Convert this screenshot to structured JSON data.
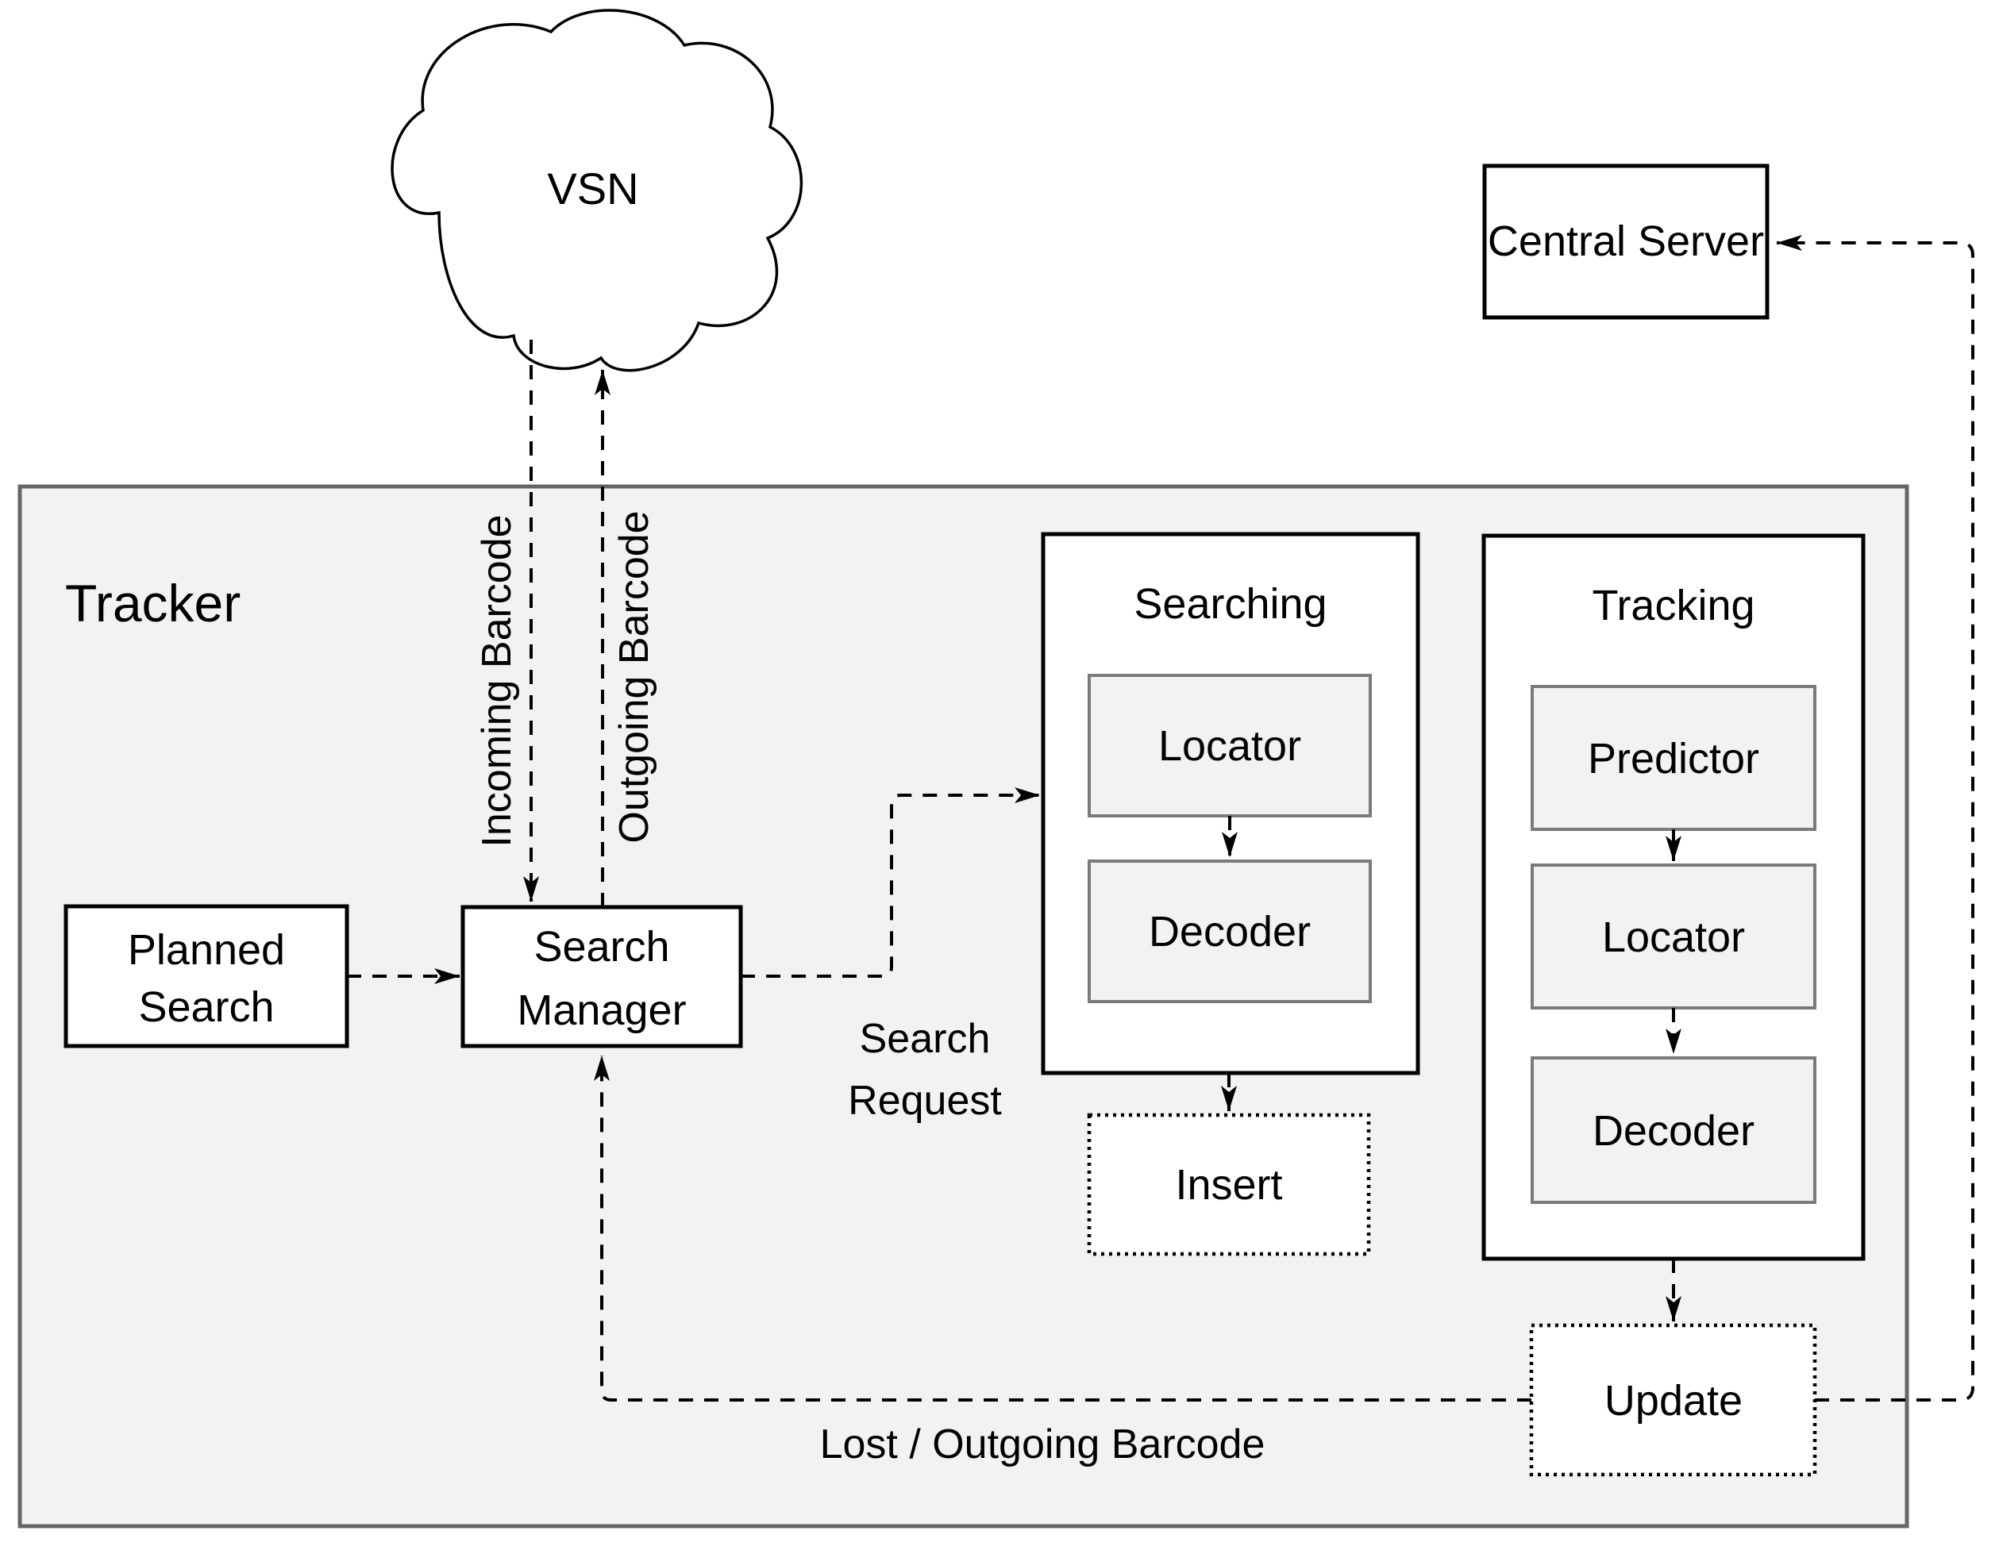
{
  "diagram": {
    "colors": {
      "canvas": "#ffffff",
      "container_fill": "#f2f2f2",
      "container_border": "#666666",
      "box_border": "#000000",
      "inner_box_fill": "#f2f2f2",
      "inner_box_border": "#7a7a7a",
      "edge_line": "#000000"
    },
    "cloud": {
      "label": "VSN"
    },
    "external": {
      "central_server_label": "Central Server"
    },
    "container": {
      "label": "Tracker"
    },
    "nodes": {
      "planned_search": {
        "lines": [
          "Planned",
          "Search"
        ]
      },
      "search_manager": {
        "lines": [
          "Search",
          "Manager"
        ]
      },
      "searching": {
        "title": "Searching",
        "children": [
          "Locator",
          "Decoder"
        ]
      },
      "tracking": {
        "title": "Tracking",
        "children": [
          "Predictor",
          "Locator",
          "Decoder"
        ]
      },
      "insert": {
        "label": "Insert"
      },
      "update": {
        "label": "Update"
      }
    },
    "edge_labels": {
      "incoming": "Incoming Barcode",
      "outgoing": "Outgoing Barcode",
      "search_request_lines": [
        "Search",
        "Request"
      ],
      "lost_outgoing": "Lost / Outgoing Barcode"
    }
  }
}
